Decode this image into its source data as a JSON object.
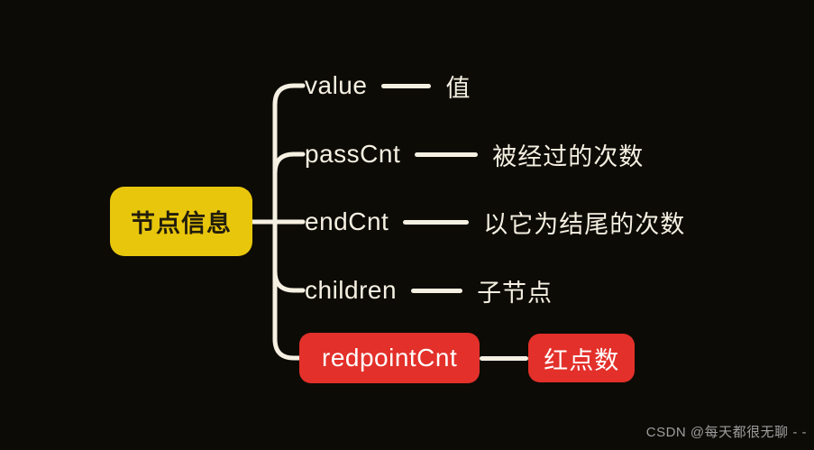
{
  "root": {
    "label": "节点信息"
  },
  "branches": [
    {
      "label": "value",
      "desc": "值"
    },
    {
      "label": "passCnt",
      "desc": "被经过的次数"
    },
    {
      "label": "endCnt",
      "desc": "以它为结尾的次数"
    },
    {
      "label": "children",
      "desc": "子节点"
    },
    {
      "label": "redpointCnt",
      "desc": "红点数",
      "highlighted": true
    }
  ],
  "watermark": "CSDN @每天都很无聊 - -",
  "colors": {
    "background": "#0d0b06",
    "connector_line": "#f5f0e2",
    "branch_text": "#f5f0e2",
    "root_fill": "#e8c60c",
    "root_text": "#221d0c",
    "highlight_fill": "#e3302a",
    "highlight_text": "#ffffff",
    "watermark_text": "#9e9e9e"
  }
}
